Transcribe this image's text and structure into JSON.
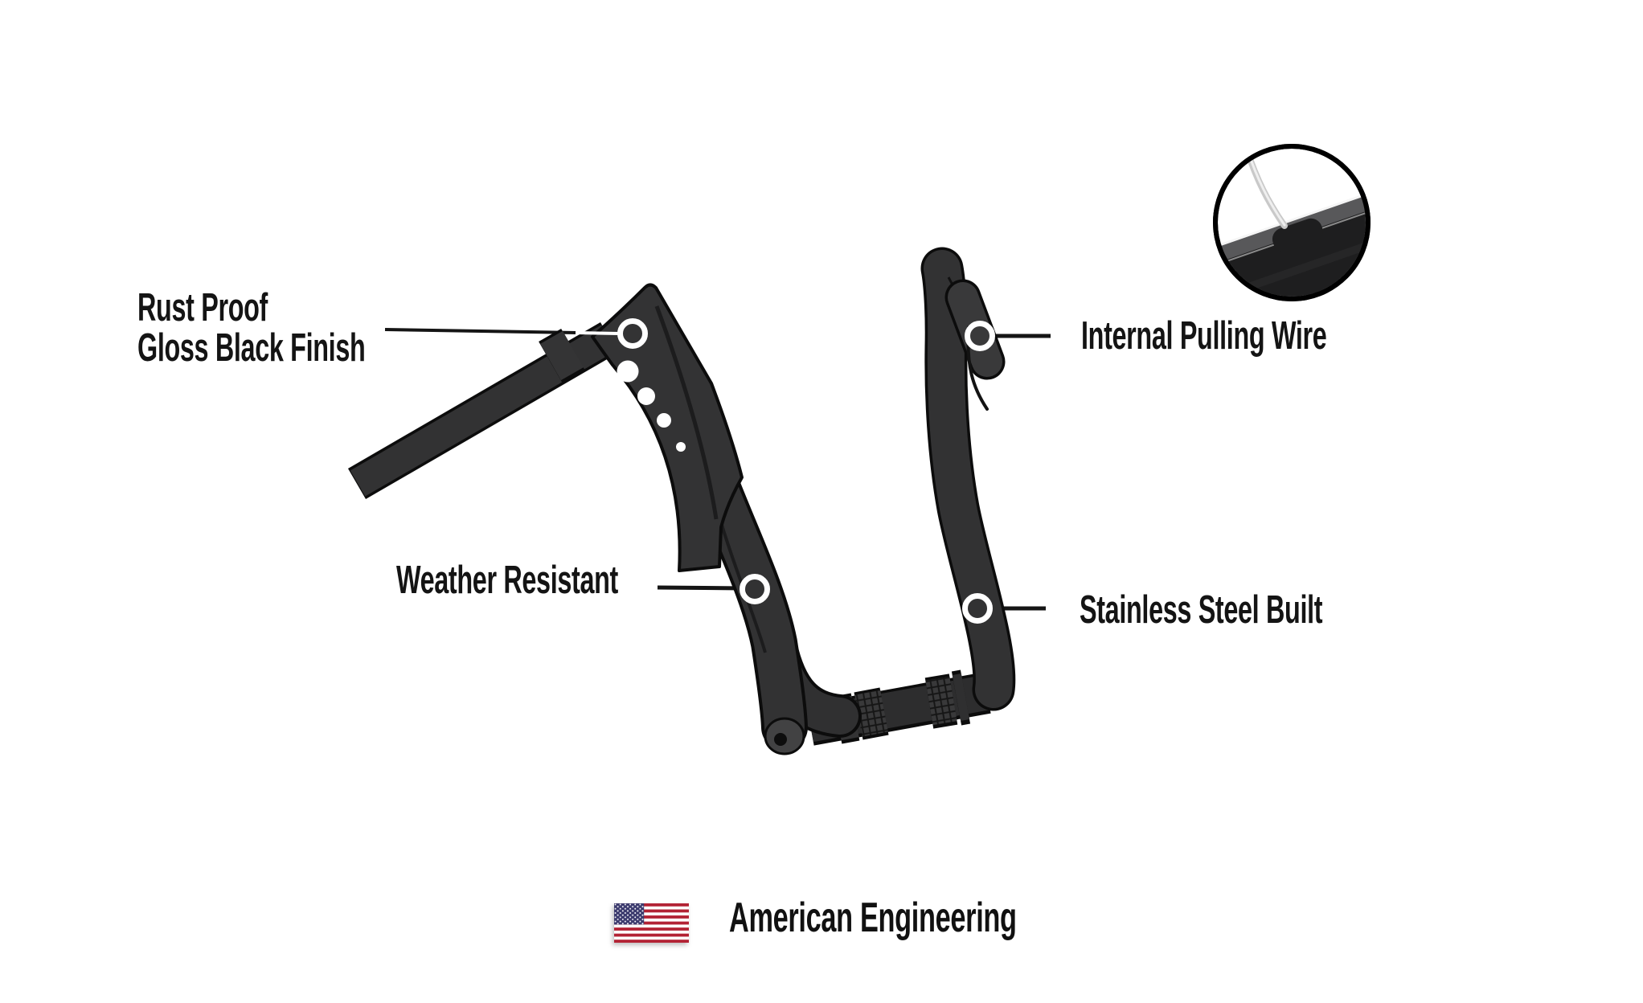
{
  "callouts": {
    "rust_proof": {
      "line1": "Rust Proof",
      "line2": "Gloss Black Finish"
    },
    "internal_pulling_wire": {
      "label": "Internal Pulling Wire"
    },
    "weather_resistant": {
      "label": "Weather Resistant"
    },
    "stainless_steel_built": {
      "label": "Stainless Steel Built"
    }
  },
  "footer": {
    "label": "American Engineering",
    "flag_icon": "us-flag-icon"
  },
  "colors": {
    "background": "#ffffff",
    "bar_fill": "#323233",
    "bar_outline": "#0c0c0c",
    "knurl_fill": "#39393a",
    "label_text": "#141414",
    "leader_line": "#151515",
    "marker_ring": "#ffffff",
    "gusset_hole": "#ffffff",
    "inset_wire": "#c9c9c9",
    "flag_red": "#B22234",
    "flag_blue": "#3C3B6E",
    "flag_white": "#ffffff"
  }
}
